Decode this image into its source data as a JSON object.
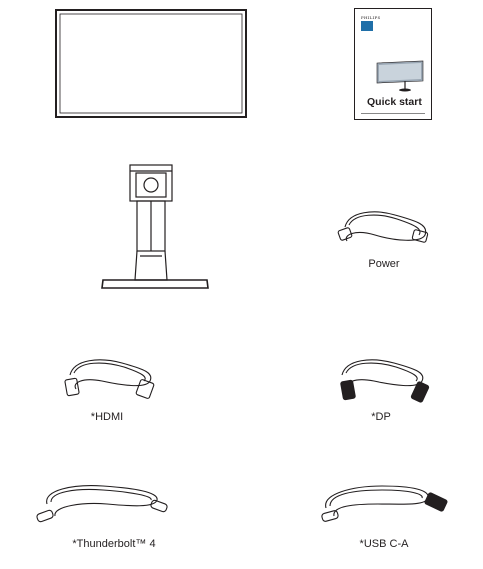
{
  "items": {
    "monitor": {
      "name": "monitor"
    },
    "quick_start": {
      "brand": "PHILIPS",
      "title": "Quick start"
    },
    "stand": {
      "name": "stand"
    },
    "power": {
      "label": "Power"
    },
    "hdmi": {
      "label": "*HDMI"
    },
    "dp": {
      "label": "*DP"
    },
    "thunderbolt": {
      "label": "*Thunderbolt™ 4"
    },
    "usb": {
      "label": "*USB C-A"
    }
  },
  "colors": {
    "line": "#231f20",
    "cover_band": "#1f6fa8"
  }
}
